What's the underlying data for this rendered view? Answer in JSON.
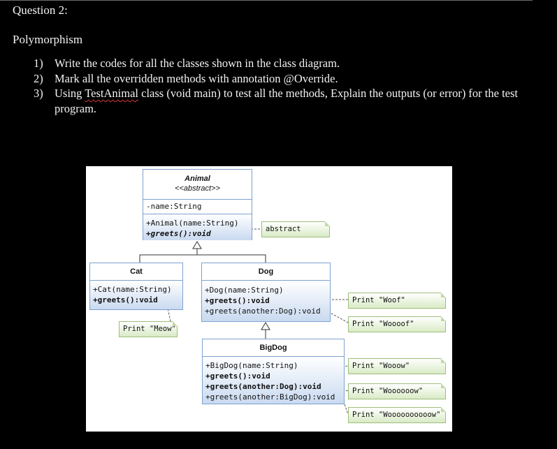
{
  "question_title": "Question 2:",
  "topic": "Polymorphism",
  "items": [
    {
      "num": "1)",
      "text": "Write the codes for all the classes shown in the class diagram."
    },
    {
      "num": "2)",
      "text": "Mark all the overridden methods with annotation @Override."
    },
    {
      "num": "3)",
      "text_before": "Using ",
      "text_underlined": "TestAnimal",
      "text_after": " class (void main) to test all the methods, Explain the outputs (or error) for the test program."
    }
  ],
  "diagram": {
    "animal": {
      "name": "Animal",
      "stereotype": "<<abstract>>",
      "field": "-name:String",
      "ctor": "+Animal(name:String)",
      "method": "+greets():void"
    },
    "cat": {
      "name": "Cat",
      "ctor": "+Cat(name:String)",
      "method": "+greets():void"
    },
    "dog": {
      "name": "Dog",
      "ctor": "+Dog(name:String)",
      "method1": "+greets():void",
      "method2": "+greets(another:Dog):void"
    },
    "bigdog": {
      "name": "BigDog",
      "ctor": "+BigDog(name:String)",
      "method1": "+greets():void",
      "method2": "+greets(another:Dog):void",
      "method3": "+greets(another:BigDog):void"
    },
    "notes": {
      "abstract": "abstract",
      "meow": "Print \"Meow\"",
      "woof": "Print \"Woof\"",
      "wooof": "Print \"Woooof\"",
      "wooow": "Print \"Wooow\"",
      "woooooow": "Print \"Woooooow\"",
      "wooooooooow": "Print \"Woooooooooow\""
    }
  }
}
